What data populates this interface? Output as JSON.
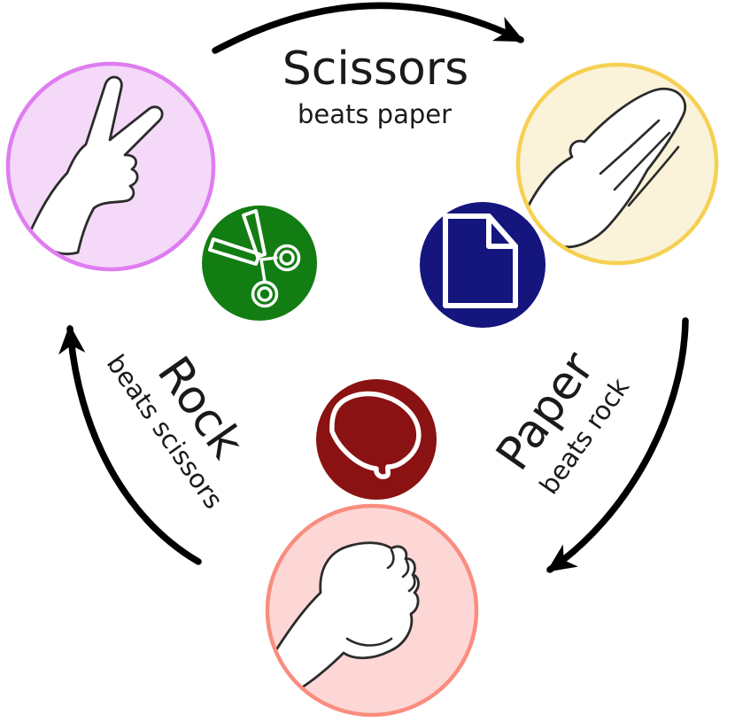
{
  "labels": {
    "scissors": {
      "winner": "Scissors",
      "rule": "beats paper"
    },
    "rock": {
      "winner": "Rock",
      "rule": "beats scissors"
    },
    "paper": {
      "winner": "Paper",
      "rule": "beats rock"
    }
  },
  "icons": {
    "scissors_badge": "scissors-icon",
    "paper_badge": "document-icon",
    "rock_badge": "stone-icon",
    "scissors_node": "scissors-hand-gesture",
    "paper_node": "flat-hand-gesture",
    "rock_node": "fist-gesture"
  },
  "colors": {
    "background": "#ffffff",
    "text": "#1a1a1a",
    "arrow": "#000000",
    "hand_fill": "#ffffff",
    "hand_outline": "#2b2b2b",
    "icon_glyph": "#ffffff",
    "scissors_node": {
      "fill": "#f5d9f9",
      "border": "#de7df0"
    },
    "paper_node": {
      "fill": "#faf3da",
      "border": "#f6d052"
    },
    "rock_node": {
      "fill": "#fcd7d5",
      "border": "#f98d7f"
    },
    "scissors_icon_bg": "#127d12",
    "paper_icon_bg": "#15157e",
    "rock_icon_bg": "#8a1212"
  }
}
